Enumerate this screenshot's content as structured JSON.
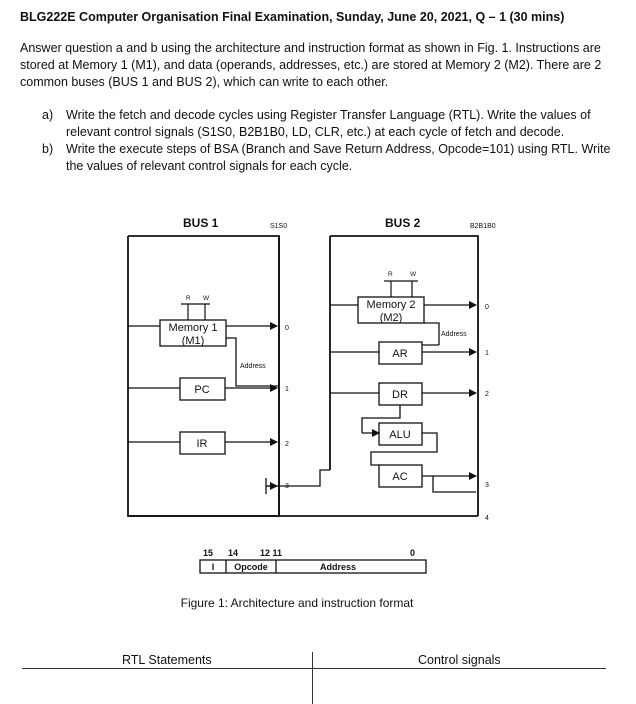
{
  "header": {
    "title": "BLG222E Computer Organisation Final Examination, Sunday, June 20, 2021, Q – 1 (30 mins)"
  },
  "intro": "Answer question a and b using the architecture and instruction format as shown in Fig. 1. Instructions are stored at Memory 1 (M1), and data (operands, addresses, etc.) are stored at Memory 2 (M2). There are 2 common buses (BUS 1 and BUS 2), which can write to each other.",
  "questions": [
    {
      "label": "a)",
      "text": "Write the fetch and decode cycles using Register Transfer Language (RTL). Write the values of relevant control signals (S1S0, B2B1B0, LD, CLR, etc.) at each cycle of fetch and decode."
    },
    {
      "label": "b)",
      "text": "Write the execute steps of BSA (Branch and Save Return Address, Opcode=101) using RTL. Write the values of relevant control signals for each cycle."
    }
  ],
  "diagram": {
    "bus1_label": "BUS 1",
    "bus2_label": "BUS 2",
    "bus1_select": "S1S0",
    "bus2_select": "B2B1B0",
    "memory1": {
      "line1": "Memory 1",
      "line2": "(M1)",
      "r": "R",
      "w": "W"
    },
    "memory2": {
      "line1": "Memory 2",
      "line2": "(M2)",
      "r": "R",
      "w": "W"
    },
    "address_label": "Address",
    "registers": {
      "pc": "PC",
      "ir": "IR",
      "ar": "AR",
      "dr": "DR",
      "alu": "ALU",
      "ac": "AC"
    },
    "bus1_inputs": [
      "0",
      "1",
      "2",
      "3"
    ],
    "bus2_inputs": [
      "0",
      "1",
      "2",
      "3",
      "4"
    ],
    "instruction_format": {
      "bit_15": "15",
      "bit_14": "14",
      "bit_12_11": "12 11",
      "bit_0": "0",
      "field_i": "I",
      "field_opcode": "Opcode",
      "field_address": "Address"
    },
    "caption": "Figure 1: Architecture and instruction format"
  },
  "table": {
    "col1": "RTL Statements",
    "col2": "Control signals"
  }
}
